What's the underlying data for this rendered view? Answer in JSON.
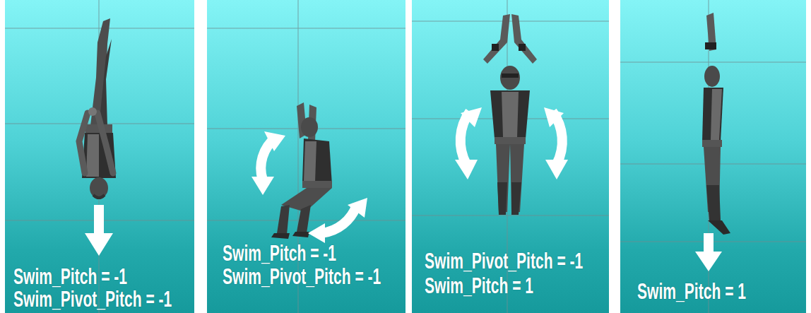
{
  "diagram": {
    "nodes": [
      {
        "text": [
          "Swim_Pitch = -1",
          "Swim_Pivot_Pitch = -1"
        ]
      },
      {
        "text": [
          "Swim_Pitch = -1",
          "Swim_Pivot_Pitch = -1"
        ]
      },
      {
        "text": [
          "Swim_Pivot_Pitch = -1",
          "Swim_Pitch = 1"
        ]
      },
      {
        "text": [
          "Swim_Pitch = 1"
        ]
      }
    ]
  }
}
